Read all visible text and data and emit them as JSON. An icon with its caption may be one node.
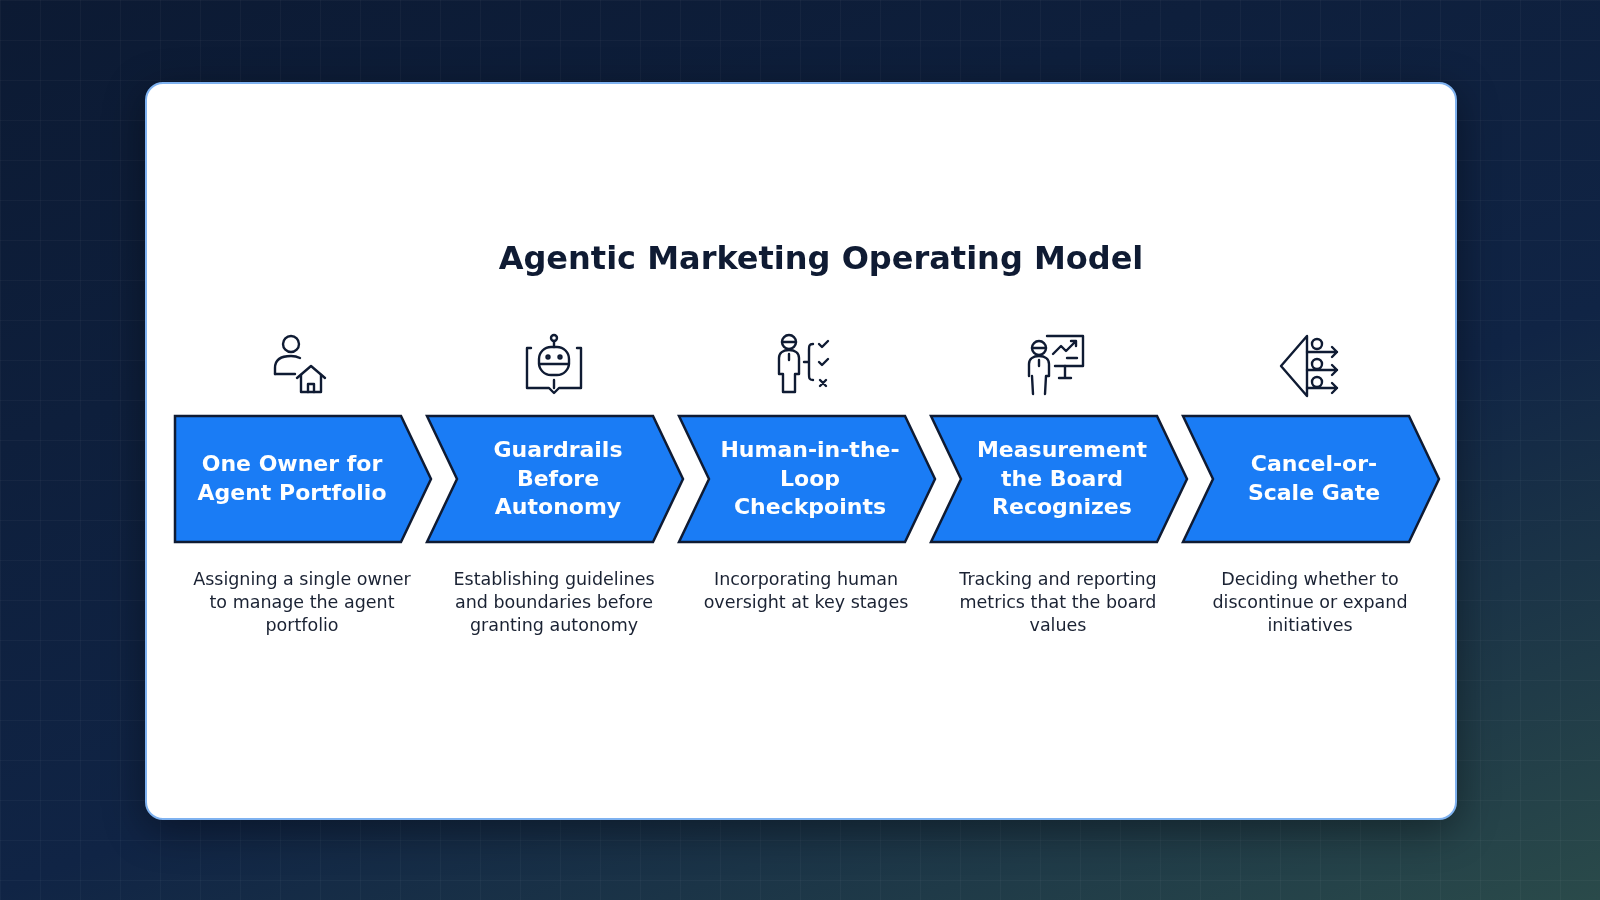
{
  "diagram": {
    "title": "Agentic Marketing Operating Model",
    "nodes": [
      {
        "text": [
          "One Owner for Agent Portfolio"
        ],
        "beside": [
          "Assigning a single owner to manage the agent portfolio"
        ]
      },
      {
        "text": [
          "Guardrails Before Autonomy"
        ],
        "beside": [
          "Establishing guidelines and boundaries before granting autonomy"
        ]
      },
      {
        "text": [
          "Human-in-the-Loop Checkpoints"
        ],
        "beside": [
          "Incorporating human oversight at key stages"
        ]
      },
      {
        "text": [
          "Measurement the Board Recognizes"
        ],
        "beside": [
          "Tracking and reporting metrics that the board values"
        ]
      },
      {
        "text": [
          "Cancel-or-Scale Gate"
        ],
        "beside": [
          "Deciding whether to discontinue or expand initiatives"
        ]
      }
    ]
  }
}
